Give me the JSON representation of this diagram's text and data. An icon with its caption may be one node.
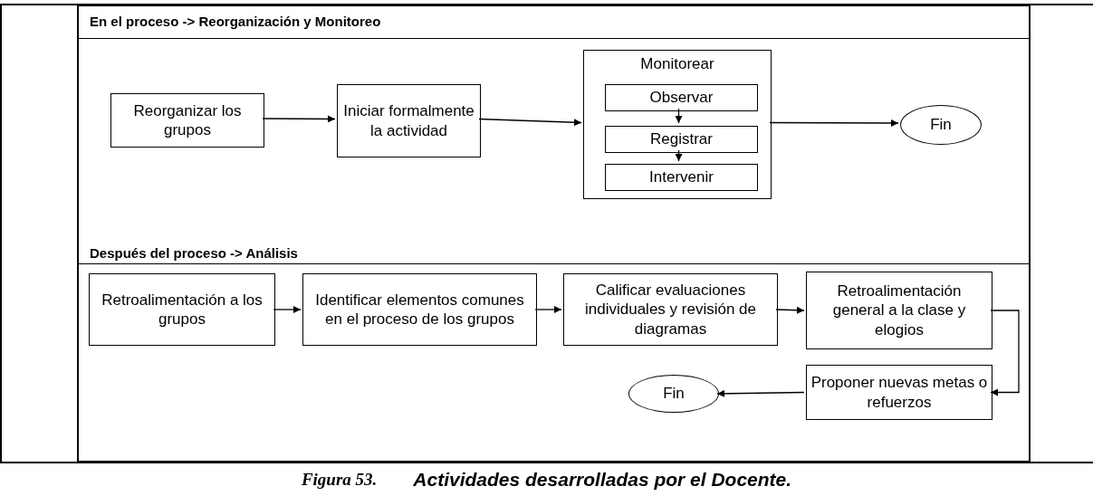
{
  "diagram": {
    "caption": "Actividades desarrolladas por el Docente.",
    "nodes": [
      {
        "text": [
          "En el proceso -> Reorganización y Monitoreo"
        ]
      },
      {
        "text": [
          "Reorganizar los grupos"
        ],
        "in": 0
      },
      {
        "text": [
          "Iniciar formalmente la actividad"
        ],
        "in": 0
      },
      {
        "text": [
          "Monitorear"
        ],
        "in": 0
      },
      {
        "text": [
          "Observar"
        ],
        "in": 3
      },
      {
        "text": [
          "Registrar"
        ],
        "in": 3
      },
      {
        "text": [
          "Intervenir"
        ],
        "in": 3
      },
      {
        "text": [
          "Fin"
        ],
        "in": 0
      },
      {
        "text": [
          "Después del proceso -> Análisis"
        ]
      },
      {
        "text": [
          "Retroalimentación a los grupos"
        ],
        "in": 8
      },
      {
        "text": [
          "Identificar elementos comunes en el proceso de los grupos"
        ],
        "in": 8
      },
      {
        "text": [
          "Calificar evaluaciones individuales y revisión de diagramas"
        ],
        "in": 8
      },
      {
        "text": [
          "Retroalimentación general a la clase y elogios"
        ],
        "in": 8
      },
      {
        "text": [
          "Proponer nuevas metas o refuerzos"
        ],
        "in": 8
      },
      {
        "text": [
          "Fin"
        ],
        "in": 8
      }
    ],
    "edges": [
      {
        "from": 1,
        "to": 2,
        "arrow": "to"
      },
      {
        "from": 2,
        "to": 3,
        "arrow": "to"
      },
      {
        "from": 3,
        "to": 7,
        "arrow": "to"
      },
      {
        "from": 4,
        "to": 5,
        "arrow": "to"
      },
      {
        "from": 5,
        "to": 6,
        "arrow": "to"
      },
      {
        "from": 9,
        "to": 10,
        "arrow": "to"
      },
      {
        "from": 10,
        "to": 11,
        "arrow": "to"
      },
      {
        "from": 11,
        "to": 12,
        "arrow": "to"
      },
      {
        "from": 12,
        "to": 13,
        "arrow": "to"
      },
      {
        "from": 13,
        "to": 14,
        "arrow": "to"
      }
    ],
    "labels": [
      "Figura 53."
    ]
  }
}
